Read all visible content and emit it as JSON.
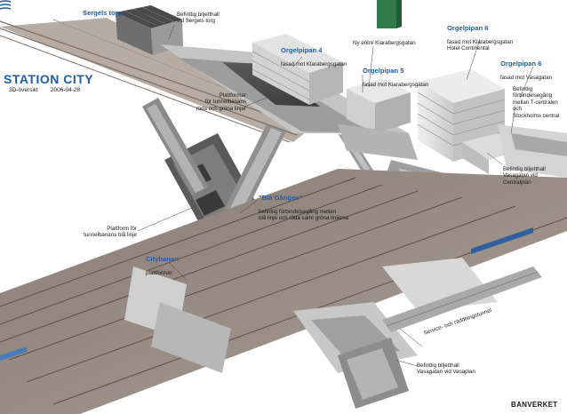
{
  "header": {
    "title": "STATION CITY",
    "subtitle": "3D-översikt",
    "date": "2006-04-28"
  },
  "brand": {
    "name": "BANVERKET",
    "color": "#1f5fa8"
  },
  "labels": {
    "sergels_torg": {
      "title": "Sergels torg"
    },
    "biljetthall_sergels": {
      "text": "Befintlig biljetthall\nvid Sergels torg"
    },
    "orgelpipan4": {
      "title": "Orgelpipan 4",
      "text": "fasad mot Klarabergsgatan"
    },
    "ny_entre": {
      "text": "Ny entré Klarabergsgatan"
    },
    "orgelpipan5": {
      "title": "Orgelpipan 5",
      "text": "fasad mot Klarabergsgatan"
    },
    "orgelpipan6a": {
      "title": "Orgelpipan 6",
      "text": "fasad mot Klarabergsgatan\nHotel Continental"
    },
    "orgelpipan6b": {
      "title": "Orgelpipan 6",
      "text": "fasad mot Vasagatan"
    },
    "forbindelse_central": {
      "text": "Befintlig förbindelsegång\nmellan T-centralen och\nStockholms central"
    },
    "plattformar_tunnel": {
      "text": "Plattformar\nför tunnelbanans\nröda och gröna linjer"
    },
    "biljetthall_central": {
      "text": "Befintlig biljetthall\nVasagatan vid Centralplan"
    },
    "bla_gangen": {
      "title": "\"Blå Gången\"",
      "text": "befintlig förbindelsegång mellan\nblå linje och röda samt gröna linjerna"
    },
    "plattform_bla": {
      "text": "Plattform för\ntunnelbanans blå linje"
    },
    "citybanan": {
      "title": "Citybanan",
      "text": "plattformar"
    },
    "service": {
      "text": "Service- och räddningstunnel"
    },
    "biljetthall_vasaplan": {
      "text": "Befintlig biljetthall\nVasagatan vid Vasaplan"
    }
  }
}
